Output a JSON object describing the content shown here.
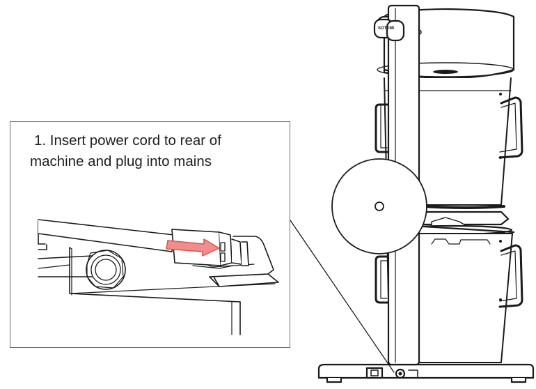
{
  "instruction": {
    "step_line_1": "1. Insert power cord to rear of",
    "step_line_2": "machine and plug into mains"
  },
  "machine": {
    "brand_label": "SOTEMI"
  },
  "colors": {
    "line": "#1a1a1a",
    "arrow_fill": "#f08d8d",
    "arrow_stroke": "#d9534f",
    "box_border": "#6b6b6b"
  }
}
